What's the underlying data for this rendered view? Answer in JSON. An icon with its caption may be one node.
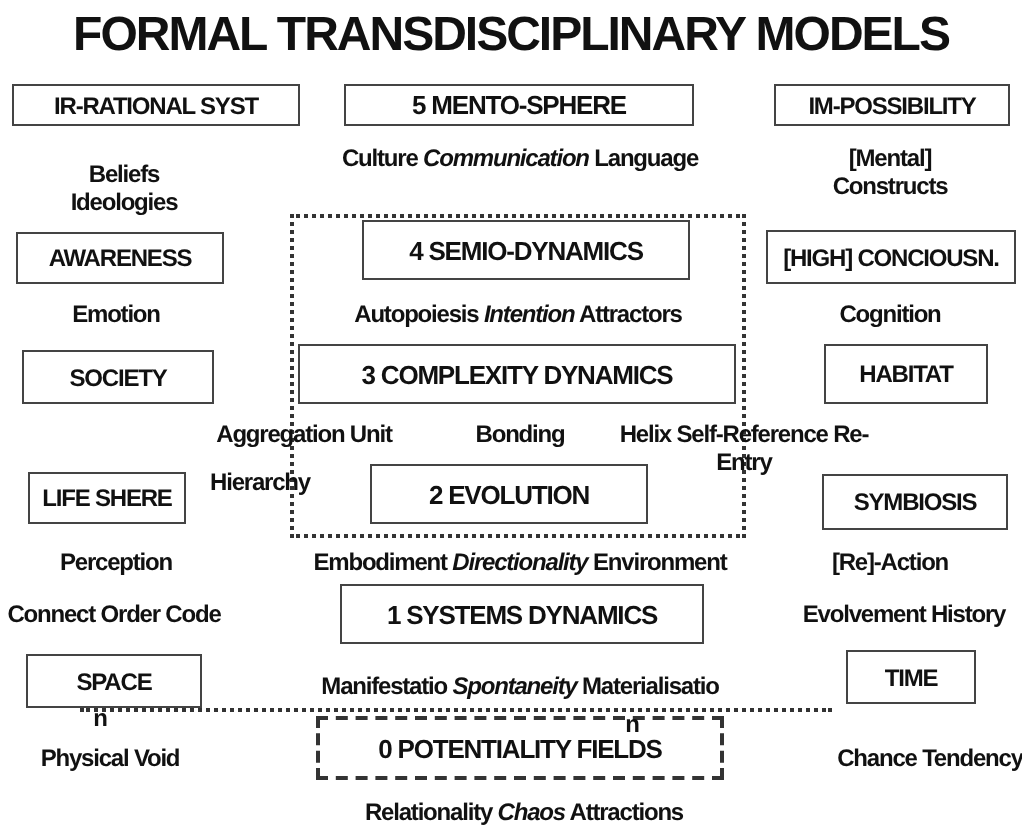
{
  "diagram": {
    "title": "FORMAL TRANSDISCIPLINARY MODELS",
    "nodes": [
      {
        "text": [
          "IR-RATIONAL SYST"
        ]
      },
      {
        "text": [
          "5 MENTO-SPHERE"
        ]
      },
      {
        "text": [
          "IM-POSSIBILITY"
        ]
      },
      {
        "text": [],
        "shape": "box"
      },
      {
        "text": [
          "4 SEMIO-DYNAMICS"
        ],
        "in": 3
      },
      {
        "text": [
          "AWARENESS"
        ]
      },
      {
        "text": [
          "[HIGH] CONCIOUSN."
        ]
      },
      {
        "text": [
          "SOCIETY"
        ]
      },
      {
        "text": [
          "3 COMPLEXITY DYNAMICS"
        ],
        "in": 3
      },
      {
        "text": [
          "HABITAT"
        ]
      },
      {
        "text": [
          "LIFE SHERE"
        ]
      },
      {
        "text": [
          "2 EVOLUTION"
        ],
        "in": 3
      },
      {
        "text": [
          "SYMBIOSIS"
        ]
      },
      {
        "text": [
          "1 SYSTEMS DYNAMICS"
        ]
      },
      {
        "text": [
          "SPACE"
        ]
      },
      {
        "text": [
          "TIME"
        ]
      },
      {
        "text": [
          "0 POTENTIALITY FIELDS"
        ]
      }
    ],
    "labels": [
      "Beliefs Ideologies",
      "Culture *Communication* Language",
      "[Mental] Constructs",
      "Emotion",
      "Autopoiesis *Intention* Attractors",
      "Cognition",
      "Aggregation Unit",
      "Bonding",
      "Helix Self-Reference Re- Entry",
      "Hierarchy",
      "Perception",
      "Embodiment *Directionality* Environment",
      "[Re]-Action",
      "Connect Order Code",
      "Evolvement History",
      "Manifestatio *Spontaneity* Materialisatio",
      "n",
      "n",
      "Physical Void",
      "Chance Tendency",
      "Relationality *Chaos* Attractions"
    ]
  }
}
